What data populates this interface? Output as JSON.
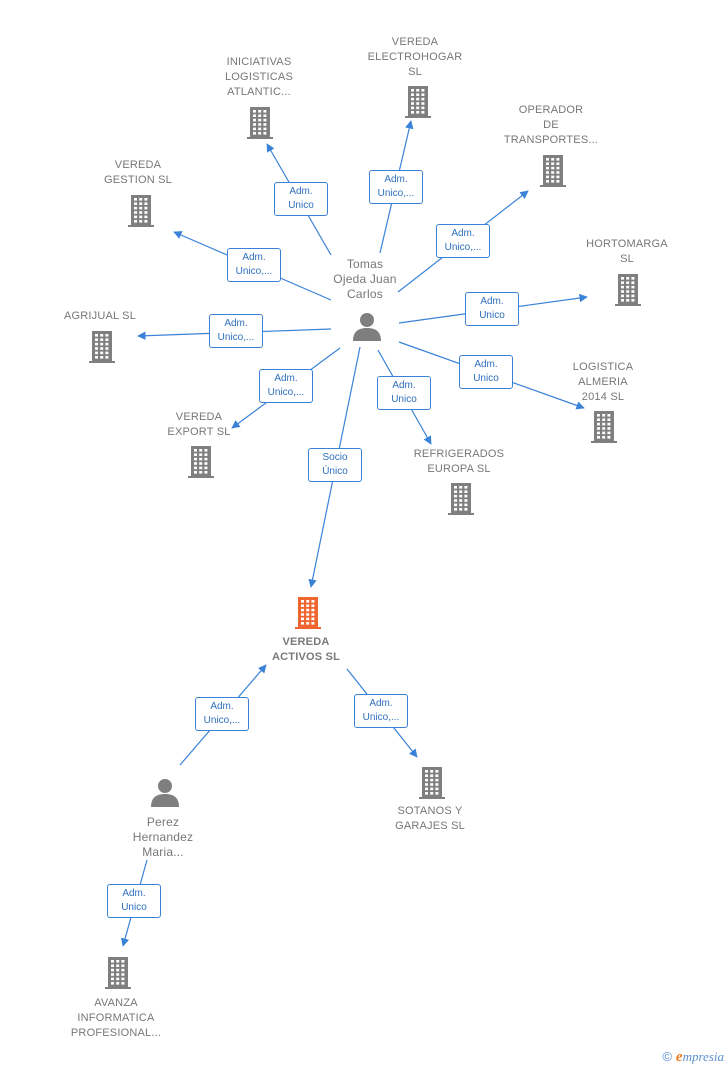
{
  "colors": {
    "edge": "#3a82d7",
    "node": "#7f7f7f",
    "focus": "#ef6530",
    "label": "#777777"
  },
  "nodes": [
    {
      "id": "tomas",
      "type": "person",
      "lines": [
        "Tomas",
        "Ojeda Juan",
        "Carlos"
      ],
      "icon": "person-icon"
    },
    {
      "id": "perez",
      "type": "person",
      "lines": [
        "Perez",
        "Hernandez",
        "Maria..."
      ],
      "icon": "person-icon"
    },
    {
      "id": "vereda-activos",
      "type": "company",
      "focus": true,
      "lines": [
        "VEREDA",
        "ACTIVOS  SL"
      ],
      "icon": "building-icon"
    },
    {
      "id": "iniciativas",
      "type": "company",
      "lines": [
        "INICIATIVAS",
        "LOGISTICAS",
        "ATLANTIC..."
      ],
      "icon": "building-icon"
    },
    {
      "id": "electrohogar",
      "type": "company",
      "lines": [
        "VEREDA",
        "ELECTROHOGAR",
        "SL"
      ],
      "icon": "building-icon"
    },
    {
      "id": "operador",
      "type": "company",
      "lines": [
        "OPERADOR",
        "DE",
        "TRANSPORTES..."
      ],
      "icon": "building-icon"
    },
    {
      "id": "gestion",
      "type": "company",
      "lines": [
        "VEREDA",
        "GESTION  SL"
      ],
      "icon": "building-icon"
    },
    {
      "id": "hortomarga",
      "type": "company",
      "lines": [
        "HORTOMARGA",
        "SL"
      ],
      "icon": "building-icon"
    },
    {
      "id": "agrijual",
      "type": "company",
      "lines": [
        "AGRIJUAL  SL"
      ],
      "icon": "building-icon"
    },
    {
      "id": "logistica",
      "type": "company",
      "lines": [
        "LOGISTICA",
        "ALMERIA",
        "2014  SL"
      ],
      "icon": "building-icon"
    },
    {
      "id": "export",
      "type": "company",
      "lines": [
        "VEREDA",
        "EXPORT  SL"
      ],
      "icon": "building-icon"
    },
    {
      "id": "refrigerados",
      "type": "company",
      "lines": [
        "REFRIGERADOS",
        "EUROPA  SL"
      ],
      "icon": "building-icon"
    },
    {
      "id": "sotanos",
      "type": "company",
      "lines": [
        "SOTANOS Y",
        "GARAJES  SL"
      ],
      "icon": "building-icon"
    },
    {
      "id": "avanza",
      "type": "company",
      "lines": [
        "AVANZA",
        "INFORMATICA",
        "PROFESIONAL..."
      ],
      "icon": "building-icon"
    }
  ],
  "edges": [
    {
      "from": "tomas",
      "to": "iniciativas",
      "label": [
        "Adm.",
        "Unico"
      ]
    },
    {
      "from": "tomas",
      "to": "electrohogar",
      "label": [
        "Adm.",
        "Unico,..."
      ]
    },
    {
      "from": "tomas",
      "to": "operador",
      "label": [
        "Adm.",
        "Unico,..."
      ]
    },
    {
      "from": "tomas",
      "to": "gestion",
      "label": [
        "Adm.",
        "Unico,..."
      ]
    },
    {
      "from": "tomas",
      "to": "hortomarga",
      "label": [
        "Adm.",
        "Unico"
      ]
    },
    {
      "from": "tomas",
      "to": "agrijual",
      "label": [
        "Adm.",
        "Unico,..."
      ]
    },
    {
      "from": "tomas",
      "to": "logistica",
      "label": [
        "Adm.",
        "Unico"
      ]
    },
    {
      "from": "tomas",
      "to": "export",
      "label": [
        "Adm.",
        "Unico,..."
      ]
    },
    {
      "from": "tomas",
      "to": "refrigerados",
      "label": [
        "Adm.",
        "Unico"
      ]
    },
    {
      "from": "tomas",
      "to": "vereda-activos",
      "label": [
        "Socio",
        "Único"
      ]
    },
    {
      "from": "perez",
      "to": "vereda-activos",
      "label": [
        "Adm.",
        "Unico,..."
      ]
    },
    {
      "from": "vereda-activos",
      "to": "sotanos",
      "label": [
        "Adm.",
        "Unico,..."
      ]
    },
    {
      "from": "perez",
      "to": "avanza",
      "label": [
        "Adm.",
        "Unico"
      ]
    }
  ],
  "footer": {
    "copyright": "©",
    "brand_initial": "e",
    "brand_rest": "mpresia"
  }
}
